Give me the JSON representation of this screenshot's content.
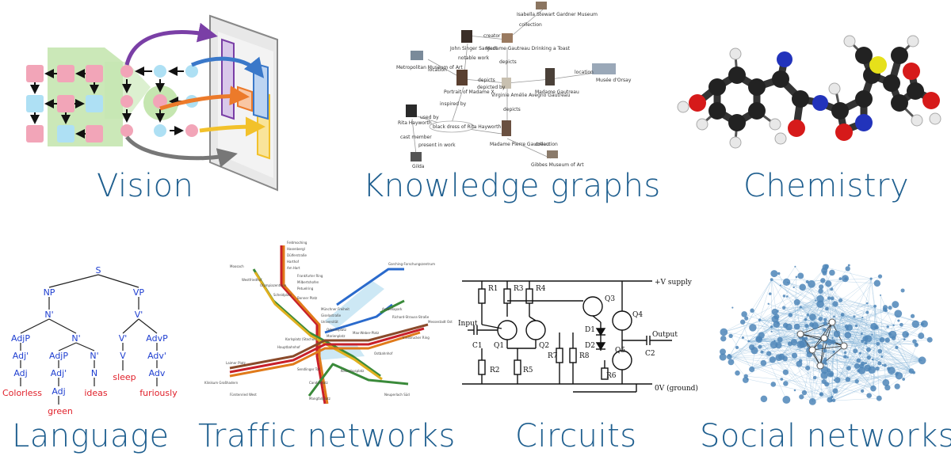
{
  "captions": {
    "vision": "Vision",
    "knowledge": "Knowledge graphs",
    "chemistry": "Chemistry",
    "language": "Language",
    "traffic": "Traffic networks",
    "circuits": "Circuits",
    "social": "Social networks"
  },
  "knowledge_graph": {
    "nodes": [
      "Isabella Stewart Gardner Museum",
      "John Singer Sargent",
      "Madame Gautreau Drinking a Toast",
      "Metropolitan Museum of Art",
      "Portrait of Madame X",
      "Virginie Amélie Avegno Gautreau",
      "Madame Gautreau",
      "Musée d'Orsay",
      "Rita Hayworth",
      "black dress of Rita Hayworth",
      "Madame Pierre Gautreau",
      "Gilda",
      "Gibbes Museum of Art"
    ],
    "edges": [
      "collection",
      "creator",
      "notable work",
      "location",
      "depicts",
      "depicted by",
      "depicts",
      "location",
      "inspired by",
      "cast member",
      "present in work",
      "collection",
      "depicts",
      "used by"
    ]
  },
  "language_tree": {
    "nodes": [
      "S",
      "NP",
      "VP",
      "N'",
      "V'",
      "AdjP",
      "N'",
      "V'",
      "AdvP",
      "Adj'",
      "AdjP",
      "N'",
      "V",
      "Adv'",
      "Adj",
      "Adj'",
      "N",
      "Adv",
      "Adj"
    ],
    "words": [
      "Colorless",
      "green",
      "ideas",
      "sleep",
      "furiously"
    ]
  },
  "circuit": {
    "labels": [
      "+V supply",
      "Input",
      "R1",
      "R3",
      "R4",
      "Q3",
      "Q4",
      "C1",
      "Q1",
      "Q2",
      "D1",
      "D2",
      "R7",
      "R8",
      "Q5",
      "R2",
      "R5",
      "R6",
      "Output",
      "C2",
      "0V (ground)"
    ]
  },
  "traffic_map": {
    "stations": [
      "Feldmoching",
      "Hasenbergl",
      "Dülferstraße",
      "Harthof",
      "Am Hart",
      "Frankfurter Ring",
      "Milbertshofen",
      "Olympiazentrum",
      "Petuelring",
      "Scheidplatz",
      "Bonner Platz",
      "Münchner Freiheit",
      "Giselastraße",
      "Universität",
      "Odeonsplatz",
      "Marienplatz",
      "Sendlinger Tor",
      "Hauptbahnhof",
      "Karlsplatz (Stachus)",
      "Max-Weber-Platz",
      "Ostbahnhof",
      "Innsbrucker Ring",
      "Kolumbusplatz",
      "Candidplatz",
      "Messestadt Ost",
      "Garching-Forschungszentrum",
      "Moosach",
      "Westfriedhof",
      "Laimer Platz",
      "Fürstenried West",
      "Klinikum Großhadern",
      "Mangfallplatz",
      "Neuperlach Süd",
      "Arabellapark",
      "Richard-Strauss-Straße"
    ]
  },
  "colors": {
    "caption": "#1f5f8f",
    "pink": "#f2a5b8",
    "lightblue": "#aee0f4",
    "green": "#c5e6b0",
    "purple": "#7a3fa6",
    "blue": "#3a78c9",
    "orange": "#ec7a2a",
    "yellow": "#f2c12b",
    "gray": "#777777"
  }
}
